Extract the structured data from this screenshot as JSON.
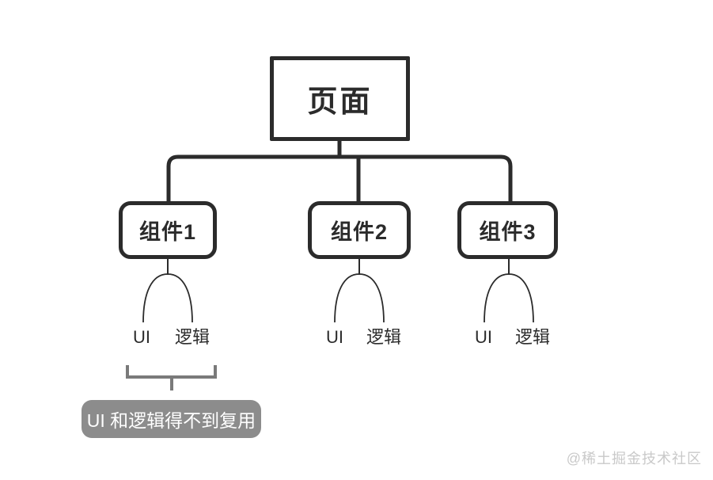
{
  "diagram": {
    "root": {
      "label": "页面"
    },
    "components": [
      {
        "label": "组件1",
        "children": [
          "UI",
          "逻辑"
        ]
      },
      {
        "label": "组件2",
        "children": [
          "UI",
          "逻辑"
        ]
      },
      {
        "label": "组件3",
        "children": [
          "UI",
          "逻辑"
        ]
      }
    ],
    "annotation": {
      "label": "UI 和逻辑得不到复用"
    },
    "watermark": "@稀土掘金技术社区",
    "colors": {
      "line": "#2b2b2b",
      "bracket": "#7a7a7a",
      "annotation_bg": "#8c8c8c",
      "annotation_text": "#ffffff",
      "watermark": "#c9c9c9"
    }
  }
}
